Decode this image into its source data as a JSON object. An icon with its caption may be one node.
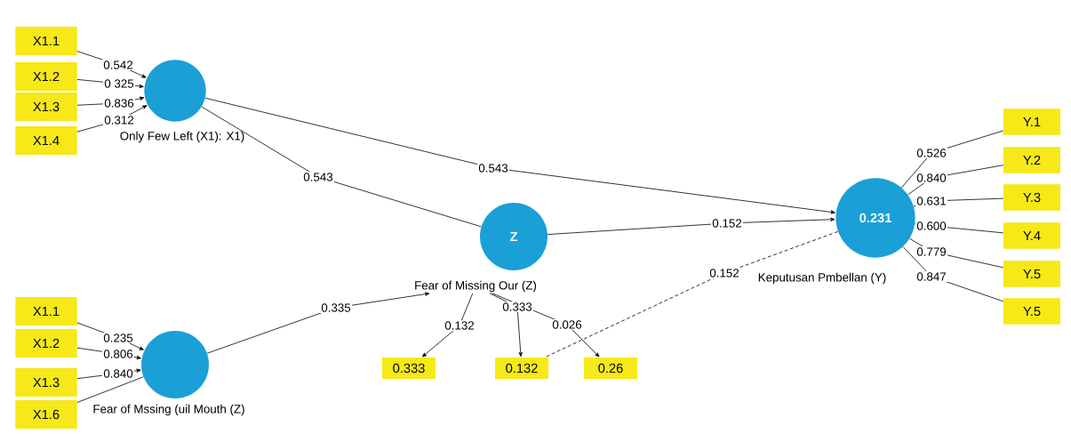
{
  "diagram": {
    "nodes": [
      {
        "text": [
          "X1.1"
        ]
      },
      {
        "text": [
          "X1.2"
        ]
      },
      {
        "text": [
          "X1.3"
        ]
      },
      {
        "text": [
          "X1.4"
        ]
      },
      {
        "text": [
          "Only Few Left (X1): X1)"
        ]
      },
      {
        "text": [
          "X1.1"
        ]
      },
      {
        "text": [
          "X1.2"
        ]
      },
      {
        "text": [
          "X1.3"
        ]
      },
      {
        "text": [
          "X1.6"
        ]
      },
      {
        "text": [
          "Fear of Mssing (uil Mouth (Z)"
        ]
      },
      {
        "text": [
          "Z",
          "Fear of Missing Our (Z)"
        ]
      },
      {
        "text": [
          "0.231",
          "Keputusan Pmbellan (Y)"
        ]
      },
      {
        "text": [
          "Y.1"
        ]
      },
      {
        "text": [
          "Y.2"
        ]
      },
      {
        "text": [
          "Y.3"
        ]
      },
      {
        "text": [
          "Y.4"
        ]
      },
      {
        "text": [
          "Y.5"
        ]
      },
      {
        "text": [
          "Y.5"
        ]
      },
      {
        "text": [
          "0.333"
        ]
      },
      {
        "text": [
          "0.132"
        ]
      },
      {
        "text": [
          "0.26"
        ]
      }
    ],
    "edges": [
      {
        "from": 0,
        "to": 4,
        "arrow": "to",
        "label": "0.542"
      },
      {
        "from": 1,
        "to": 4,
        "arrow": "to",
        "label": "0 325"
      },
      {
        "from": 2,
        "to": 4,
        "arrow": "to",
        "label": "0.836"
      },
      {
        "from": 3,
        "to": 4,
        "arrow": "to",
        "label": "0.312"
      },
      {
        "from": 5,
        "to": 9,
        "arrow": "to",
        "label": "0.235"
      },
      {
        "from": 6,
        "to": 9,
        "arrow": "to",
        "label": "0.806"
      },
      {
        "from": 7,
        "to": 9,
        "arrow": "to",
        "label": "0.840"
      },
      {
        "from": 8,
        "to": 9,
        "arrow": "none"
      },
      {
        "from": 4,
        "to": 10,
        "arrow": "none",
        "label": "0.543"
      },
      {
        "from": 4,
        "to": 11,
        "arrow": "to",
        "label": "0.543"
      },
      {
        "from": 9,
        "to": 10,
        "arrow": "to",
        "label": "0.335"
      },
      {
        "from": 10,
        "to": 11,
        "arrow": "to",
        "label": "0.152"
      },
      {
        "from": 10,
        "to": 18,
        "arrow": "to",
        "label": "0.132"
      },
      {
        "from": 10,
        "to": 19,
        "arrow": "to",
        "label": "0.333"
      },
      {
        "from": 10,
        "to": 20,
        "arrow": "to",
        "label": "0.026"
      },
      {
        "from": 11,
        "to": 19,
        "arrow": "none",
        "label": "0.152",
        "style": "dashed"
      },
      {
        "from": 11,
        "to": 12,
        "arrow": "none",
        "label": "0.526"
      },
      {
        "from": 11,
        "to": 13,
        "arrow": "none",
        "label": "0.840"
      },
      {
        "from": 11,
        "to": 14,
        "arrow": "none",
        "label": "0.631"
      },
      {
        "from": 11,
        "to": 15,
        "arrow": "none",
        "label": "0.600"
      },
      {
        "from": 11,
        "to": 16,
        "arrow": "none",
        "label": "0.779"
      },
      {
        "from": 11,
        "to": 17,
        "arrow": "none",
        "label": "0.847"
      }
    ]
  }
}
